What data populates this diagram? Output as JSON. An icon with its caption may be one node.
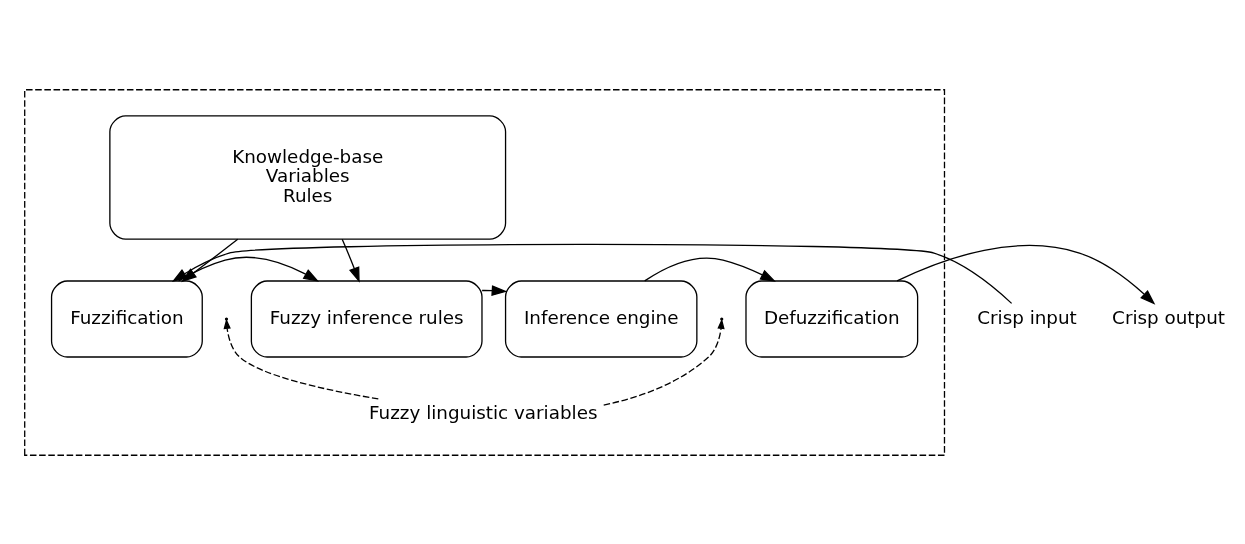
{
  "diagram": {
    "nodes": [
      {
        "text": [],
        "shape": "box"
      },
      {
        "text": [
          "Knowledge-base",
          "Variables",
          "Rules"
        ],
        "in": 0
      },
      {
        "text": [
          "Crisp input"
        ]
      },
      {
        "text": [
          "Fuzzification"
        ],
        "in": 0
      },
      {
        "text": [
          "Fuzzy inference rules"
        ],
        "in": 0
      },
      {
        "text": [
          "Inference engine"
        ],
        "in": 0
      },
      {
        "text": [
          "Defuzzification"
        ],
        "in": 0
      },
      {
        "text": [
          "Crisp output"
        ]
      },
      {
        "text": [
          "Fuzzy linguistic variables"
        ],
        "in": 0
      }
    ],
    "edges": [
      {
        "from": 1,
        "to": 3,
        "arrow": "to"
      },
      {
        "from": 1,
        "to": 4,
        "arrow": "to"
      },
      {
        "from": 2,
        "to": 3,
        "arrow": "to"
      },
      {
        "from": 3,
        "to": 4,
        "arrow": "to"
      },
      {
        "from": 4,
        "to": 5,
        "arrow": "to"
      },
      {
        "from": 5,
        "to": 6,
        "arrow": "to"
      },
      {
        "from": 6,
        "to": 7,
        "arrow": "to"
      },
      {
        "from": 8,
        "to": null,
        "arrow": "to",
        "style": "dashed"
      },
      {
        "from": 8,
        "to": null,
        "arrow": "to",
        "style": "dashed"
      }
    ]
  }
}
